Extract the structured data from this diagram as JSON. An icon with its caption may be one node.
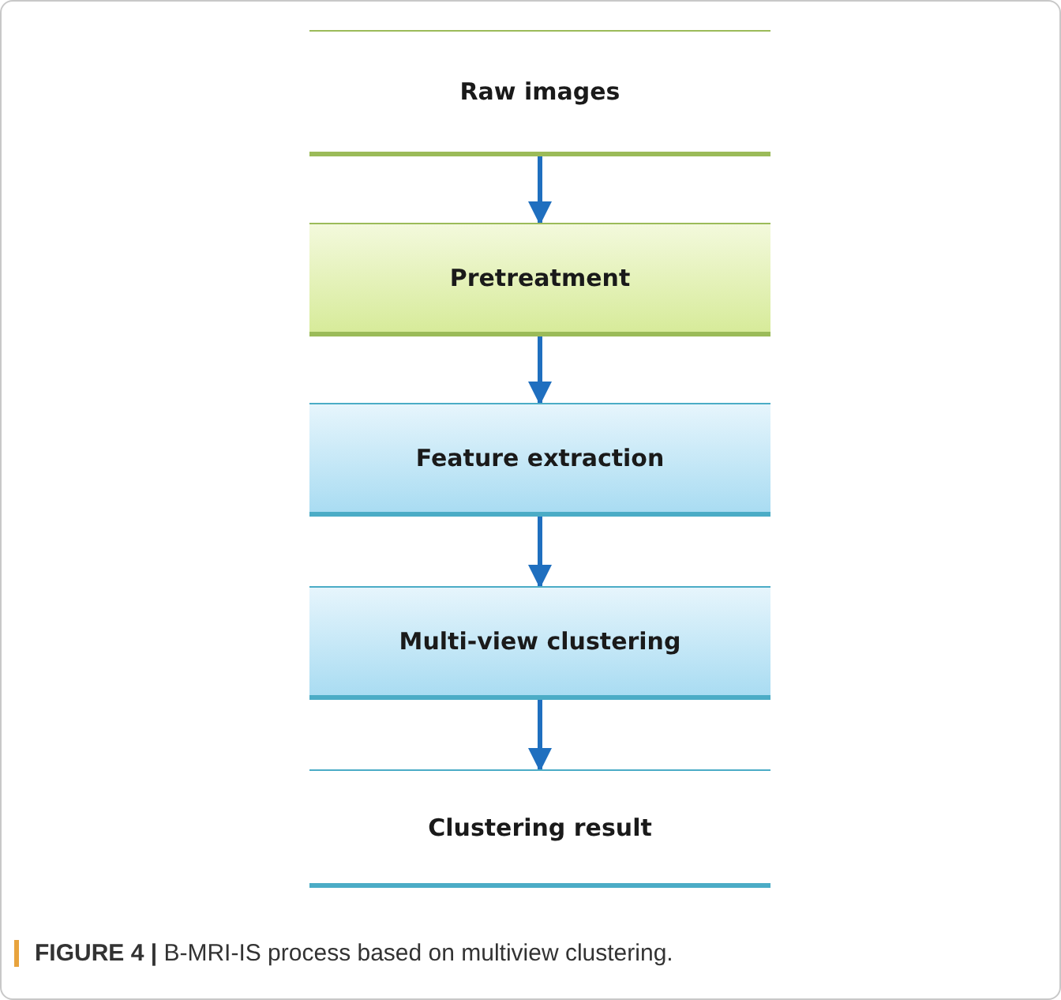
{
  "diagram": {
    "caption": "**FIGURE 4 |** B-MRI-IS process based on multiview clustering.",
    "nodes": [
      {
        "text": [
          "Raw images"
        ]
      },
      {
        "text": [
          "Pretreatment"
        ]
      },
      {
        "text": [
          "Feature extraction"
        ]
      },
      {
        "text": [
          "Multi-view clustering"
        ]
      },
      {
        "text": [
          "Clustering result"
        ]
      }
    ],
    "edges": [
      {
        "from": 0,
        "to": 1,
        "arrow": "to"
      },
      {
        "from": 1,
        "to": 2,
        "arrow": "to"
      },
      {
        "from": 2,
        "to": 3,
        "arrow": "to"
      },
      {
        "from": 3,
        "to": 4,
        "arrow": "to"
      }
    ]
  }
}
